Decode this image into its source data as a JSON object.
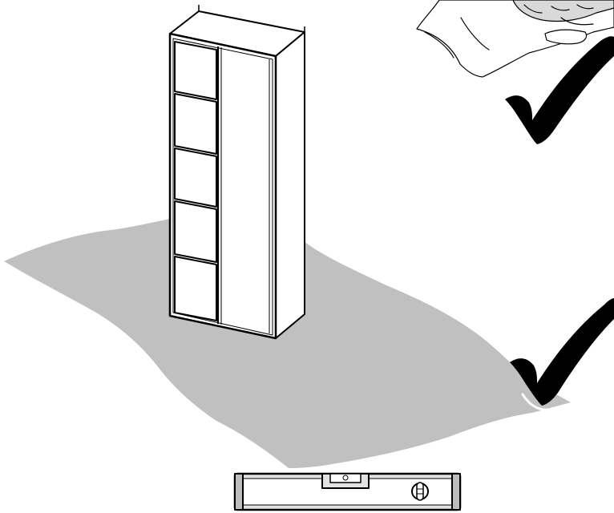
{
  "illustration": {
    "colors": {
      "floor_mat": "#c0c0c0",
      "line": "#000000",
      "background": "#ffffff",
      "level_body": "#e3e3e3",
      "hand_tint": "#d9d9d9"
    },
    "elements": [
      {
        "id": "floor-mat",
        "kind": "protective floor covering"
      },
      {
        "id": "cabinet",
        "kind": "tall wardrobe",
        "drawer_count": 5
      },
      {
        "id": "hand-with-cloth",
        "kind": "hand wiping with cloth"
      },
      {
        "id": "checkmark-top",
        "kind": "approval checkmark"
      },
      {
        "id": "checkmark-floor",
        "kind": "approval checkmark"
      },
      {
        "id": "spirit-level",
        "kind": "spirit level tool"
      }
    ]
  }
}
